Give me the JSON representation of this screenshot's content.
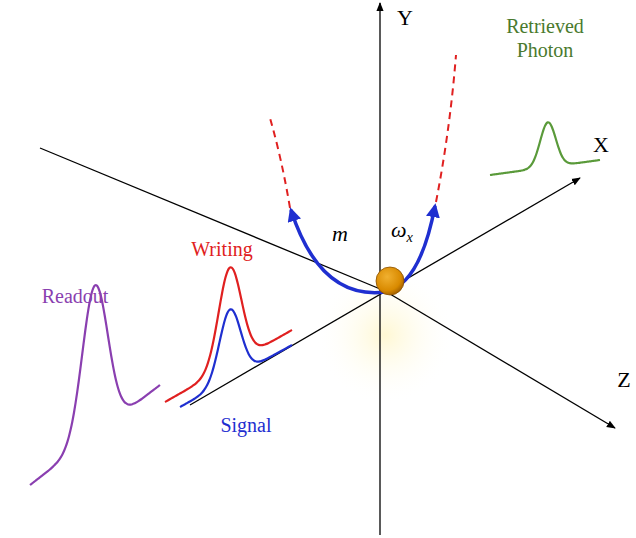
{
  "diagram": {
    "labels": [
      "Y",
      "Retrieved Photon",
      "X",
      "m",
      "ωx",
      "Writing",
      "Signal",
      "Readout",
      "Z"
    ]
  }
}
